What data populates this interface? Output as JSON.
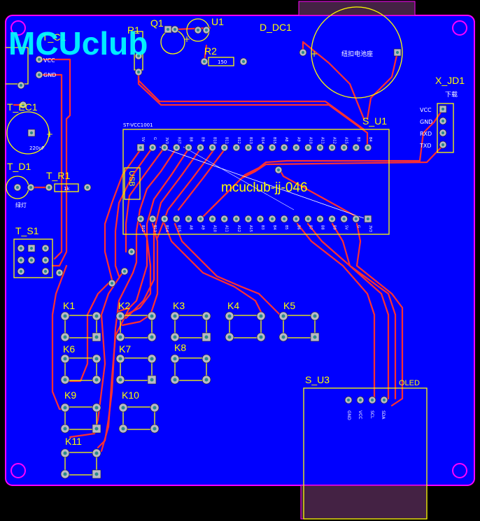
{
  "board": {
    "bg": "#0000ff",
    "outline": "#ff00ff",
    "trace": "#ff3030",
    "silk": "#ffff00",
    "pad": "#b8b8c8",
    "watermark": "MCUclub",
    "watermark_color": "#00ffff"
  },
  "labels": {
    "t_c1": "T_C1",
    "t_c1_vcc": "VCC",
    "t_c1_gnd": "GND",
    "r1": "R1",
    "q1": "Q1",
    "u1": "U1",
    "r2": "R2",
    "r2_value": "150",
    "d_dc1": "D_DC1",
    "battery": "纽扣电池座",
    "x_jd1": "X_JD1",
    "x_jd1_sub": "下载",
    "x_vcc": "VCC",
    "x_gnd": "GND",
    "x_rxd": "RXD",
    "x_txd": "TXD",
    "t_ec1": "T_EC1",
    "t_ec1_val": "220uF",
    "t_d1": "T_D1",
    "t_d1_sub": "绿灯",
    "t_r1": "T_R1",
    "t_r1_val": "1k",
    "t_s1": "T_S1",
    "s_u1": "S_U1",
    "module_top": "ST-VCC1001",
    "usb": "USB",
    "board_name": "mcuclub-jj-046",
    "k1": "K1",
    "k2": "K2",
    "k3": "K3",
    "k4": "K4",
    "k5": "K5",
    "k6": "K6",
    "k7": "K7",
    "k8": "K8",
    "k9": "K9",
    "k10": "K10",
    "k11": "K11",
    "s_u3": "S_U3",
    "oled": "OLED",
    "oled_pins": [
      "GND",
      "VCC",
      "SCL",
      "SDA"
    ]
  },
  "module_pins_top": [
    "5V",
    "G",
    "3V3",
    "RST",
    "B8",
    "B9",
    "B10",
    "B11",
    "B12",
    "B13",
    "B14",
    "B15",
    "A8",
    "A9",
    "A10",
    "A11",
    "A12",
    "A15",
    "B3",
    "B4",
    "C14",
    "C15",
    "5V"
  ],
  "module_pins_bottom": [
    "B12",
    "B13",
    "B14",
    "B15",
    "A8",
    "A9",
    "A10",
    "A11",
    "A12",
    "A15",
    "B3",
    "B4",
    "B5",
    "B6",
    "B7",
    "B8",
    "B9",
    "5V",
    "G",
    "3V3"
  ]
}
